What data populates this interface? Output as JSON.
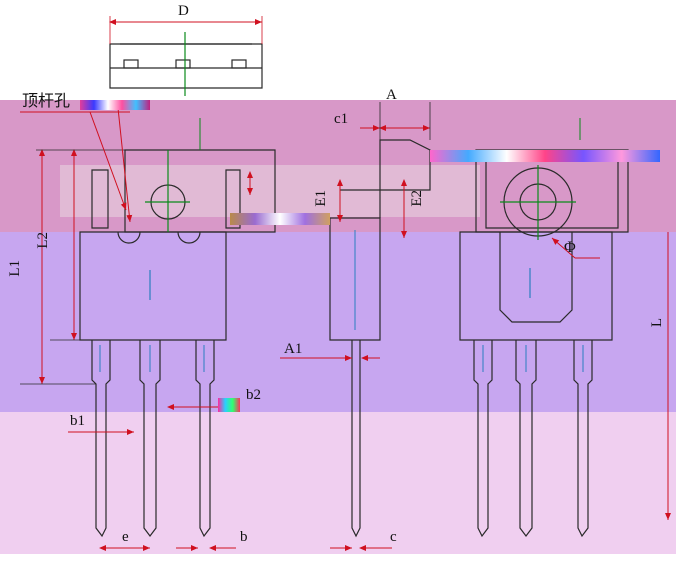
{
  "labels": {
    "D": "D",
    "A": "A",
    "c1": "c1",
    "E1": "E1",
    "E2": "E2",
    "L1": "L1",
    "L2": "L2",
    "L": "L",
    "A1": "A1",
    "b1": "b1",
    "b2": "b2",
    "e": "e",
    "b": "b",
    "c": "c",
    "phi": "Φ",
    "ejector_hole": "顶杆孔"
  },
  "colors": {
    "line": "#2a2a2a",
    "centerline_green": "#0a8a1a",
    "centerline_blue": "#2b7fbf",
    "dim_red": "#d01020",
    "band_top": "#d898c8",
    "band_mid": "#c7a6f0",
    "band_bottom": "#f0cff0"
  }
}
